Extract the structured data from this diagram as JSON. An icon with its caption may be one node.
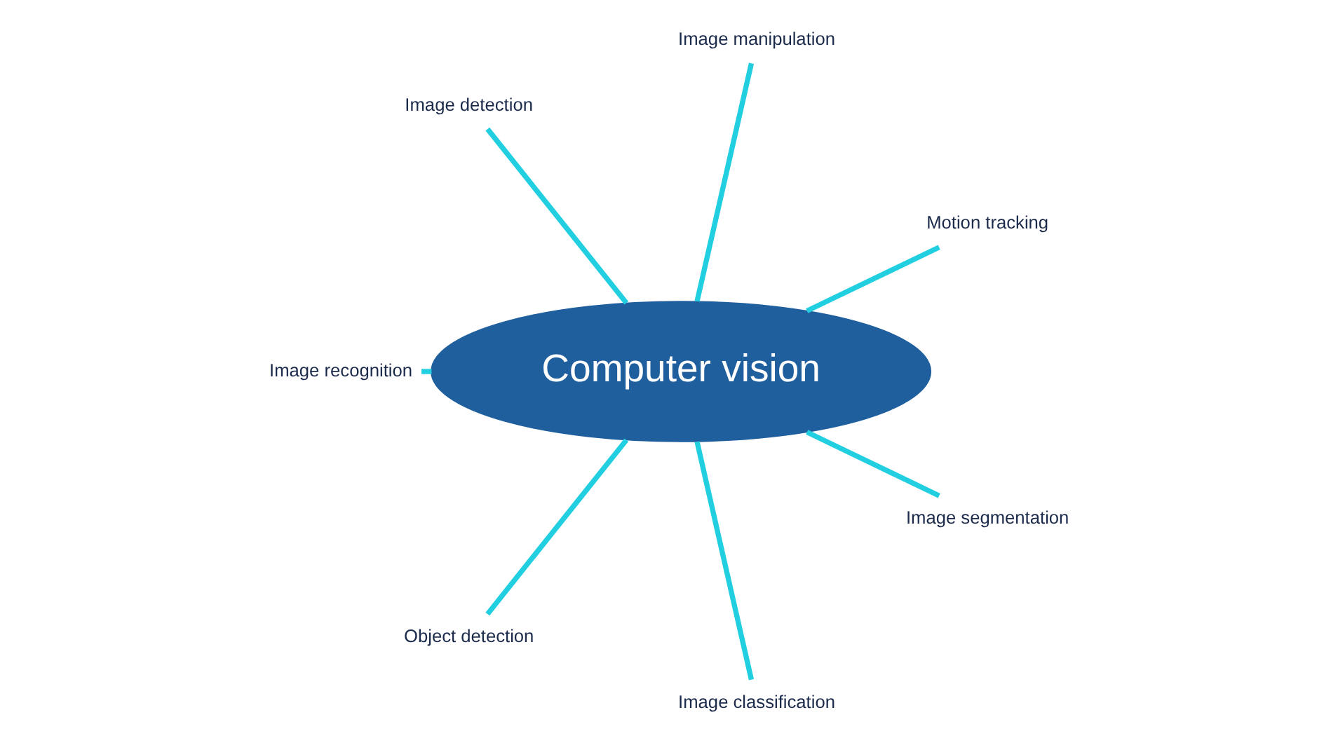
{
  "diagram": {
    "nodes": [
      {
        "text": [
          "Computer vision"
        ]
      },
      {
        "text": [
          "Motion tracking"
        ]
      },
      {
        "text": [
          "Image manipulation"
        ]
      },
      {
        "text": [
          "Image detection"
        ]
      },
      {
        "text": [
          "Image recognition"
        ]
      },
      {
        "text": [
          "Object detection"
        ]
      },
      {
        "text": [
          "Image classification"
        ]
      },
      {
        "text": [
          "Image segmentation"
        ]
      }
    ],
    "edges": [
      {
        "from": 0,
        "to": 1,
        "arrow": "none"
      },
      {
        "from": 0,
        "to": 2,
        "arrow": "none"
      },
      {
        "from": 0,
        "to": 3,
        "arrow": "none"
      },
      {
        "from": 0,
        "to": 4,
        "arrow": "none"
      },
      {
        "from": 0,
        "to": 5,
        "arrow": "none"
      },
      {
        "from": 0,
        "to": 6,
        "arrow": "none"
      },
      {
        "from": 0,
        "to": 7,
        "arrow": "none"
      }
    ]
  }
}
